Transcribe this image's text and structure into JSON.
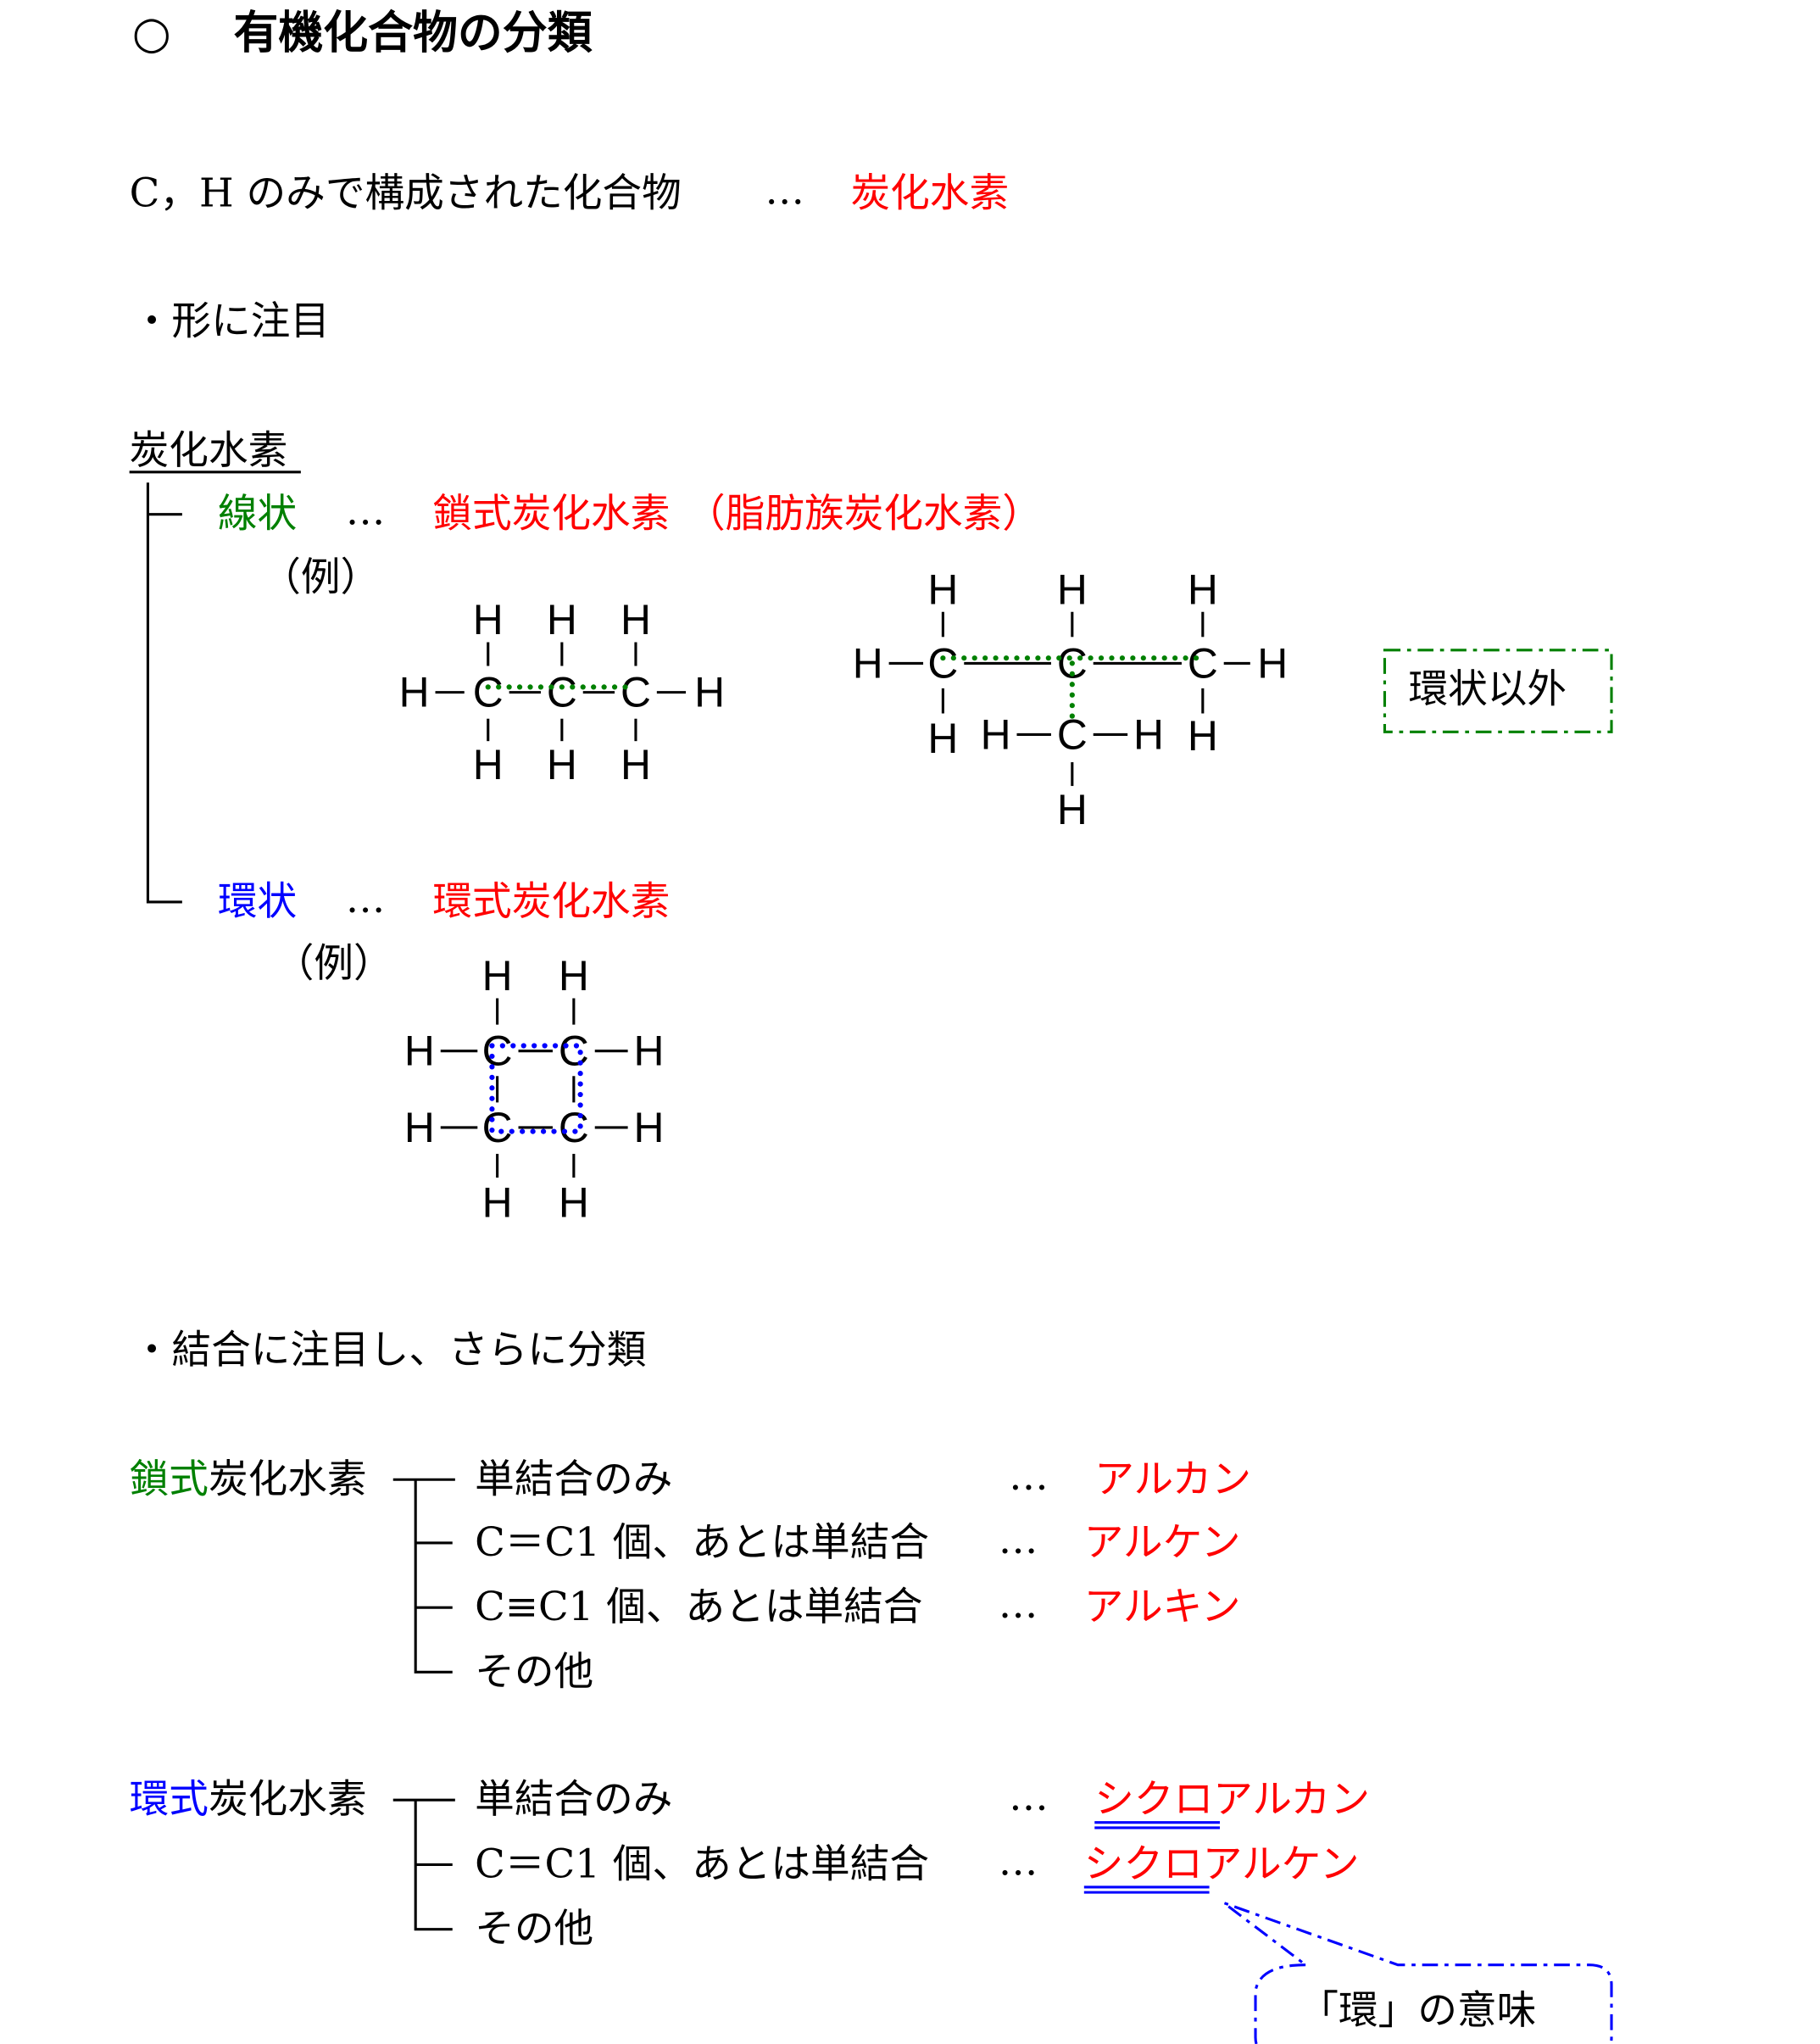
{
  "title": {
    "bullet": "○",
    "text": "有機化合物の分類"
  },
  "definition": {
    "text": "C，H のみで構成された化合物",
    "ellipsis": "…",
    "term": "炭化水素"
  },
  "section1": "・形に注目",
  "tree": {
    "root": "炭化水素",
    "linear": {
      "label": "線状",
      "ellipsis": "…",
      "term": "鎖式炭化水素",
      "paren": "（脂肪族炭化水素）",
      "example": "（例）",
      "note": "環状以外"
    },
    "cyclic": {
      "label": "環状",
      "ellipsis": "…",
      "term": "環式炭化水素",
      "example": "（例）"
    }
  },
  "atoms": {
    "H": "H",
    "C": "C"
  },
  "section2": "・結合に注目し、さらに分類",
  "chain": {
    "root_colored": "鎖式",
    "root_rest": "炭化水素",
    "rows": [
      {
        "cond": "単結合のみ",
        "ellipsis": "…",
        "name": "アルカン"
      },
      {
        "cond": "C＝C1 個、あとは単結合",
        "ellipsis": "…",
        "name": "アルケン"
      },
      {
        "cond": "C≡C1 個、あとは単結合",
        "ellipsis": "…",
        "name": "アルキン"
      },
      {
        "cond": "その他"
      }
    ]
  },
  "ring": {
    "root_colored": "環式",
    "root_rest": "炭化水素",
    "rows": [
      {
        "cond": "単結合のみ",
        "ellipsis": "…",
        "name": "シクロアルカン"
      },
      {
        "cond": "C＝C1 個、あとは単結合",
        "ellipsis": "…",
        "name": "シクロアルケン"
      },
      {
        "cond": "その他"
      }
    ],
    "callout": "「環」の意味"
  },
  "colors": {
    "red": "#ff0000",
    "green": "#008000",
    "blue": "#0000ff"
  }
}
